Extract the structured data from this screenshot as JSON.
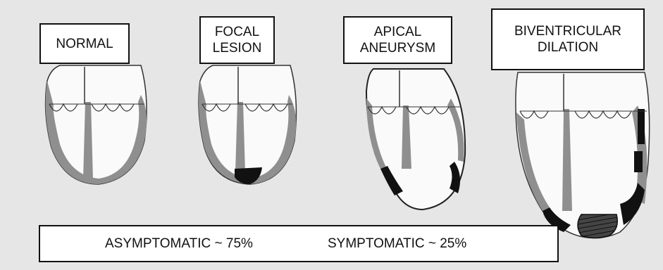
{
  "stages": [
    {
      "id": "normal",
      "label_lines": [
        "NORMAL"
      ]
    },
    {
      "id": "focal",
      "label_lines": [
        "FOCAL",
        "LESION"
      ]
    },
    {
      "id": "apical",
      "label_lines": [
        "APICAL",
        "ANEURYSM"
      ]
    },
    {
      "id": "biventricular",
      "label_lines": [
        "BIVENTRICULAR",
        "DILATION"
      ]
    }
  ],
  "footer": {
    "asymptomatic": "ASYMPTOMATIC ~ 75%",
    "symptomatic": "SYMPTOMATIC ~ 25%"
  },
  "colors": {
    "background": "#e6e6e6",
    "wall": "#8f8f8f",
    "lesion": "#111111",
    "outline": "#222222"
  }
}
